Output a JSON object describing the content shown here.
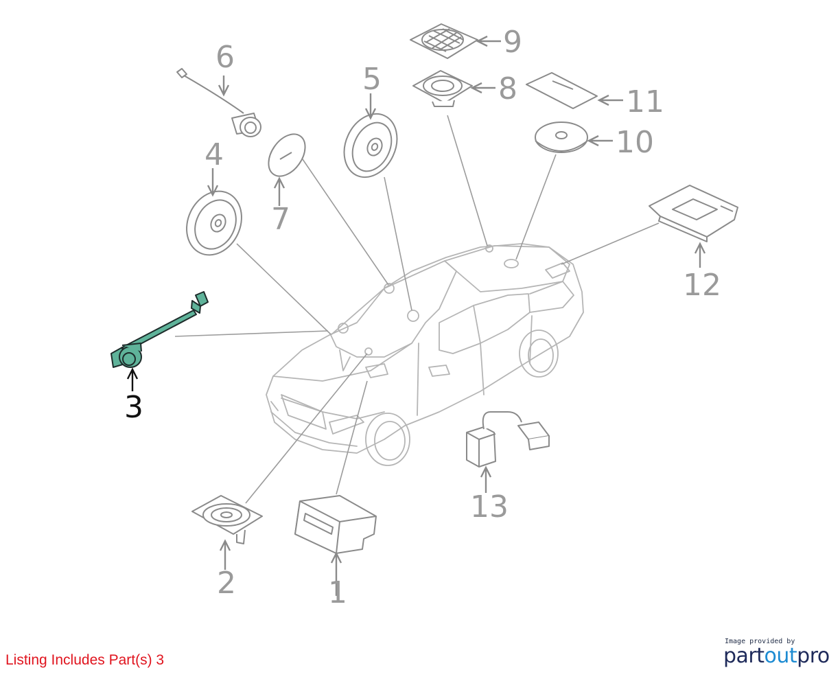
{
  "callouts": [
    {
      "id": "1",
      "label": "1"
    },
    {
      "id": "2",
      "label": "2"
    },
    {
      "id": "3",
      "label": "3"
    },
    {
      "id": "4",
      "label": "4"
    },
    {
      "id": "5",
      "label": "5"
    },
    {
      "id": "6",
      "label": "6"
    },
    {
      "id": "7",
      "label": "7"
    },
    {
      "id": "8",
      "label": "8"
    },
    {
      "id": "9",
      "label": "9"
    },
    {
      "id": "10",
      "label": "10"
    },
    {
      "id": "11",
      "label": "11"
    },
    {
      "id": "12",
      "label": "12"
    },
    {
      "id": "13",
      "label": "13"
    }
  ],
  "highlighted_part": "3",
  "listing_note": "Listing Includes Part(s) 3",
  "credit": {
    "caption": "Image provided by",
    "brand_part1": "part",
    "brand_part2": "out",
    "brand_part3": "pro"
  },
  "colors": {
    "highlight_fill": "#5fb39a",
    "note_text": "#e0141e",
    "callout_gray": "#9a9a9a",
    "brand_navy": "#1e2a5a",
    "brand_blue": "#1d8bd2"
  }
}
